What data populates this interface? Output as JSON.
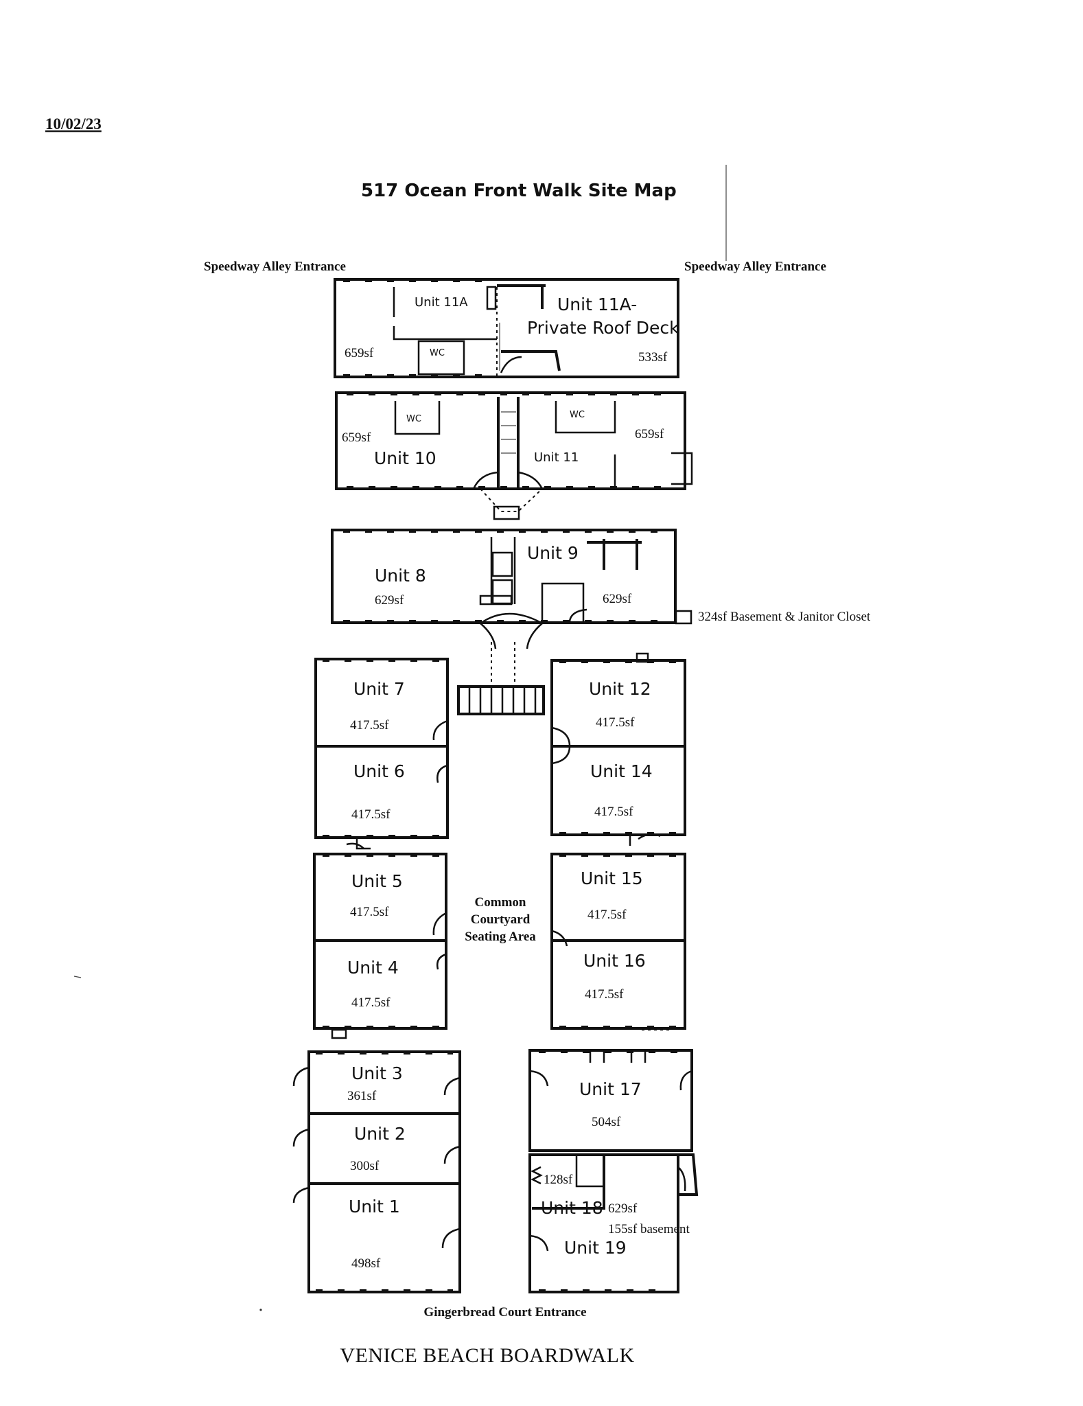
{
  "date": "10/02/23",
  "title": "517 Ocean Front Walk Site Map",
  "entrances": {
    "speedway_left": "Speedway Alley Entrance",
    "speedway_right": "Speedway Alley Entrance",
    "gingerbread": "Gingerbread Court Entrance"
  },
  "footer": "VENICE BEACH BOARDWALK",
  "courtyard": [
    "Common",
    "Courtyard",
    "Seating Area"
  ],
  "wc_label": "WC",
  "units": {
    "u11a": {
      "label": "Unit 11A",
      "area": "659sf"
    },
    "u11a_deck": {
      "line1": "Unit 11A-",
      "line2": "Private Roof Deck",
      "area": "533sf"
    },
    "u10": {
      "label": "Unit 10",
      "area": "659sf"
    },
    "u11": {
      "label": "Unit 11",
      "area": "659sf"
    },
    "u8": {
      "label": "Unit 8",
      "area": "629sf"
    },
    "u9": {
      "label": "Unit 9",
      "area": "629sf"
    },
    "basement_janitor": "324sf Basement & Janitor Closet",
    "u7": {
      "label": "Unit 7",
      "area": "417.5sf"
    },
    "u6": {
      "label": "Unit 6",
      "area": "417.5sf"
    },
    "u5": {
      "label": "Unit 5",
      "area": "417.5sf"
    },
    "u4": {
      "label": "Unit 4",
      "area": "417.5sf"
    },
    "u12": {
      "label": "Unit 12",
      "area": "417.5sf"
    },
    "u14": {
      "label": "Unit 14",
      "area": "417.5sf"
    },
    "u15": {
      "label": "Unit 15",
      "area": "417.5sf"
    },
    "u16": {
      "label": "Unit 16",
      "area": "417.5sf"
    },
    "u3": {
      "label": "Unit 3",
      "area": "361sf"
    },
    "u2": {
      "label": "Unit 2",
      "area": "300sf"
    },
    "u1": {
      "label": "Unit 1",
      "area": "498sf"
    },
    "u17": {
      "label": "Unit 17",
      "area": "504sf"
    },
    "u18": {
      "label": "Unit 18",
      "area": "128sf"
    },
    "u19": {
      "label": "Unit 19",
      "area": "629sf",
      "basement": "155sf basement"
    }
  }
}
